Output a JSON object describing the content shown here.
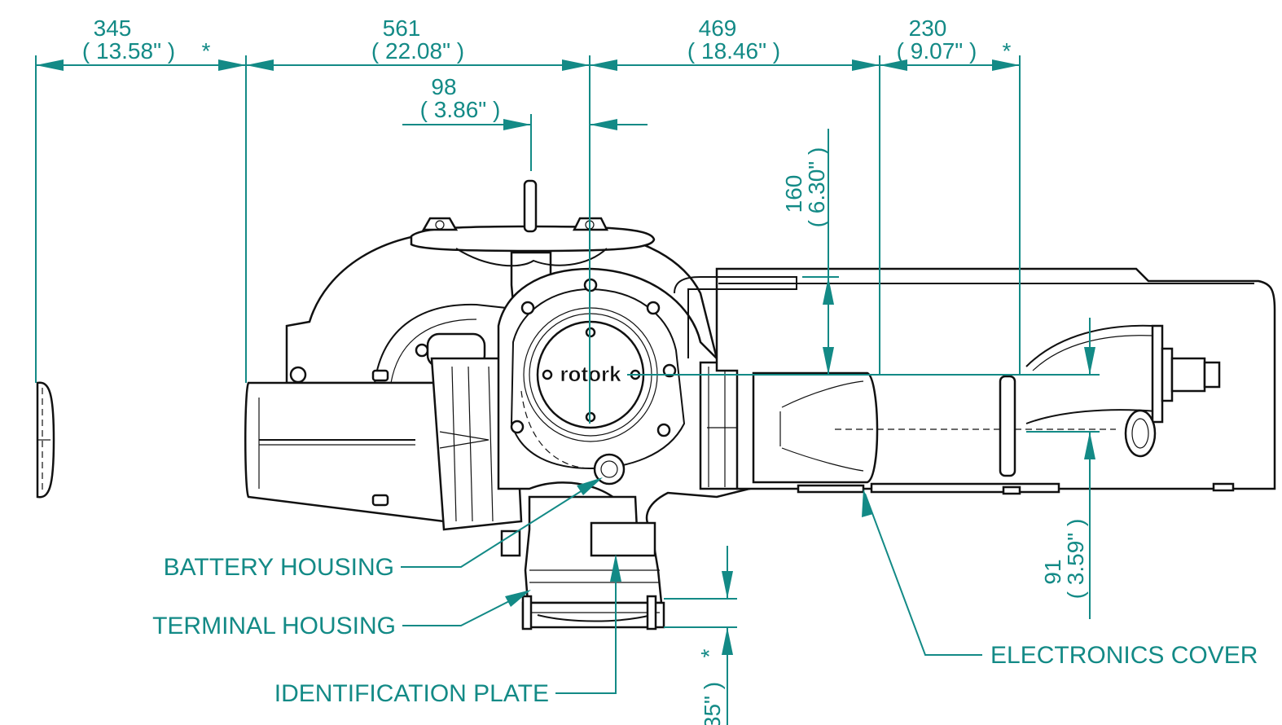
{
  "colors": {
    "dimension": "#138a86",
    "outline": "#111111",
    "background": "#ffffff"
  },
  "dimensions": {
    "d345": {
      "value": "345",
      "inch": "( 13.58\" )",
      "mark": "*"
    },
    "d561": {
      "value": "561",
      "inch": "( 22.08\" )"
    },
    "d469": {
      "value": "469",
      "inch": "( 18.46\" )"
    },
    "d230": {
      "value": "230",
      "inch": "( 9.07\" )",
      "mark": "*"
    },
    "d98": {
      "value": "98",
      "inch": "( 3.86\" )"
    },
    "d160": {
      "value": "160",
      "inch": "( 6.30\" )"
    },
    "d91": {
      "value": "91",
      "inch": "( 3.59\" )"
    },
    "dbottom": {
      "inch": "35\" )",
      "mark": "*"
    }
  },
  "labels": {
    "battery": "BATTERY HOUSING",
    "terminal": "TERMINAL HOUSING",
    "identification": "IDENTIFICATION PLATE",
    "electronics": "ELECTRONICS COVER"
  },
  "logo": {
    "text": "rotork"
  }
}
